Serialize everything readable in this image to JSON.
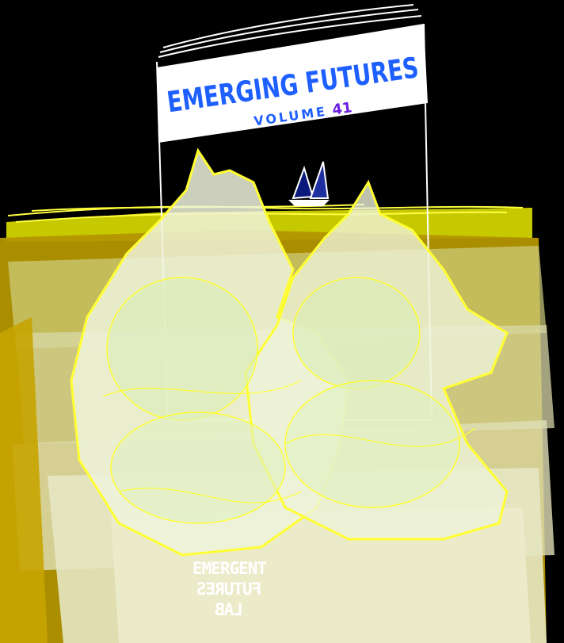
{
  "cover": {
    "title": "EMERGING FUTURES",
    "volume_label": "VOLUME",
    "volume_number": "41"
  },
  "logo": {
    "line1": "EMERGENT",
    "line2": "FUTURES",
    "line3": "LAB"
  },
  "colors": {
    "background": "#000000",
    "title_blue": "#1e5fff",
    "volume_number_purple": "#6a1fe0",
    "ice_outline": "#ffff33",
    "sea_gold": "#b99b00",
    "sea_pale": "#e6e6c0",
    "sail_navy": "#0b1a7a"
  }
}
